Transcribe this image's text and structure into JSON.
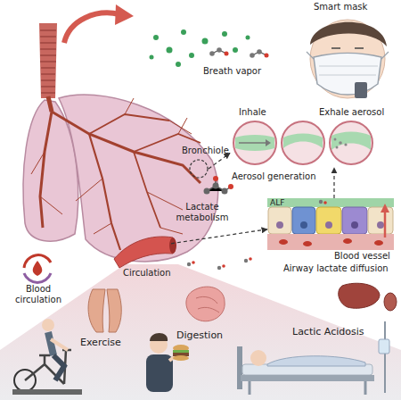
{
  "diagram": {
    "nodes": [
      {
        "text": [
          "Inhale",
          "Exhale aerosol",
          "Aerosol generation"
        ]
      },
      {
        "text": [
          "Bronchiole"
        ]
      },
      {
        "text": [
          "ALF",
          "Blood vessel",
          "Airway lactate diffusion"
        ]
      },
      {
        "text": [
          "Circulation"
        ]
      }
    ],
    "edges": [
      {
        "from": 1,
        "to": 0,
        "arrow": "to"
      },
      {
        "from": 2,
        "to": 0,
        "arrow": "to"
      },
      {
        "from": 3,
        "to": 2,
        "arrow": "to"
      }
    ],
    "labels": [
      "Smart mask",
      "Breath vapor",
      "Lactate metabolism",
      "Blood circulation",
      "Exercise",
      "Digestion",
      "Lactic Acidosis"
    ]
  }
}
